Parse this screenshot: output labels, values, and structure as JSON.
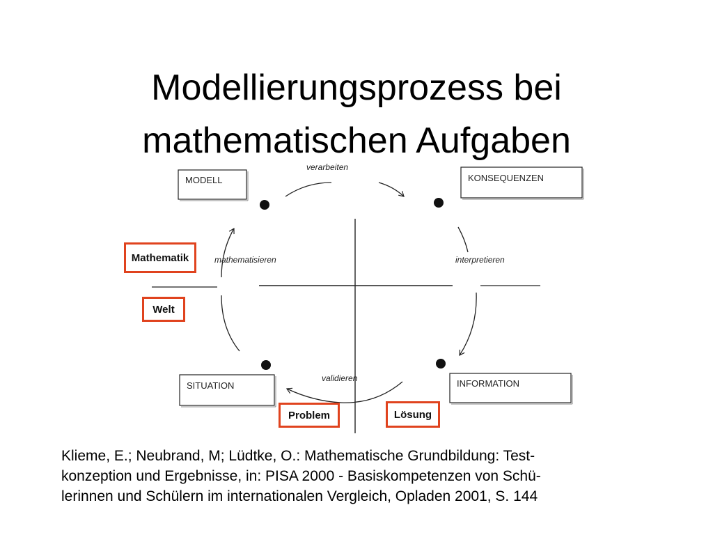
{
  "slide": {
    "title_lines": [
      "Modellierungsprozess bei",
      "mathematischen Aufgaben"
    ]
  },
  "diagram": {
    "boxes": {
      "modell": "MODELL",
      "konsequenzen": "KONSEQUENZEN",
      "situation": "SITUATION",
      "information": "INFORMATION"
    },
    "highlights": {
      "mathematik": "Mathematik",
      "welt": "Welt",
      "problem": "Problem",
      "loesung": "Lösung"
    },
    "arcs": {
      "verarbeiten": "verarbeiten",
      "mathematisieren": "mathematisieren",
      "interpretieren": "interpretieren",
      "validieren": "validieren"
    },
    "colors": {
      "highlight_border": "#e0431e",
      "line": "#222222"
    }
  },
  "citation_lines": [
    "Klieme, E.; Neubrand, M; Lüdtke, O.: Mathematische Grundbildung: Test-",
    "konzeption und Ergebnisse, in: PISA 2000 - Basiskompetenzen von Schü-",
    "lerinnen und Schülern im internationalen Vergleich, Opladen 2001, S. 144"
  ]
}
